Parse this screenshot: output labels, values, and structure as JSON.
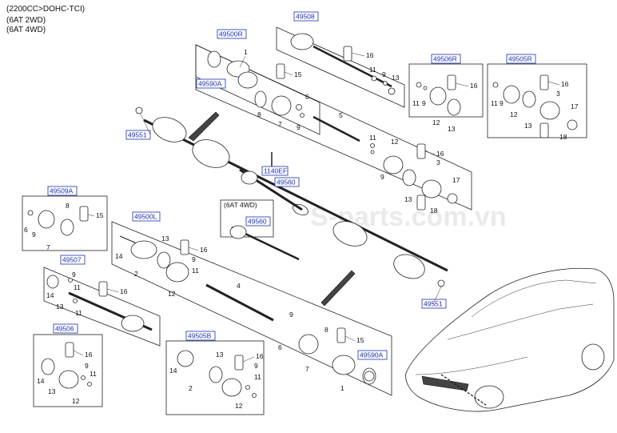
{
  "notes": [
    "(2200CC>DOHC-TCI)",
    "(6AT 2WD)",
    "(6AT 4WD)"
  ],
  "watermark": "S-parts.com.vn",
  "refs": {
    "r49500R": "49500R",
    "r49508": "49508",
    "r49506R": "49506R",
    "r49505R": "49505R",
    "r49590A_top": "49590A",
    "r49551_top": "49551",
    "r1140EF": "1140EF",
    "r49560": "49560",
    "r49560_4wd": "49560",
    "r49509A": "49509A",
    "r49500L": "49500L",
    "r49507": "49507",
    "r49506": "49506",
    "r49505B": "49505B",
    "r49590A_bot": "49590A",
    "r49551_bot": "49551"
  },
  "label_4wd": "(6AT 4WD)",
  "parts": {
    "n1": "1",
    "n2": "2",
    "n3": "3",
    "n4": "4",
    "n5": "5",
    "n6": "6",
    "n7": "7",
    "n8": "8",
    "n9": "9",
    "n11": "11",
    "n12": "12",
    "n13": "13",
    "n14": "14",
    "n15": "15",
    "n16": "16",
    "n17": "17",
    "n18": "18"
  }
}
